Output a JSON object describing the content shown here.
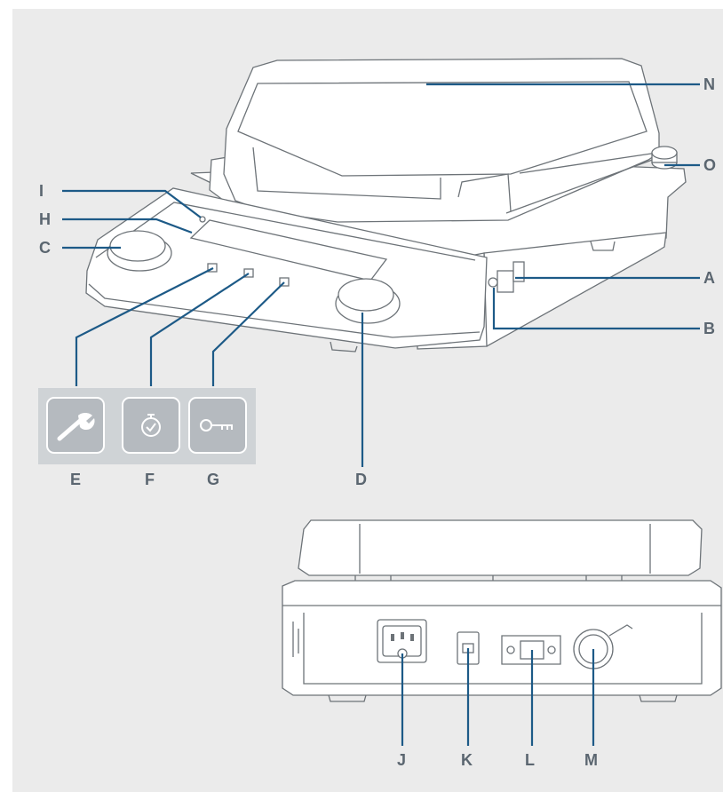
{
  "figure": {
    "background_color": "#ebebeb",
    "leader_color": "#1d5a87",
    "label_color": "#5b6670",
    "icon_panel_color": "#cfd3d6"
  },
  "callouts": {
    "a": "A",
    "b": "B",
    "c": "C",
    "d": "D",
    "e": "E",
    "f": "F",
    "g": "G",
    "h": "H",
    "i": "I",
    "j": "J",
    "k": "K",
    "l": "L",
    "m": "M",
    "n": "N",
    "o": "O"
  },
  "icons": {
    "e": "wrench-icon",
    "f": "stopwatch-icon",
    "g": "key-icon"
  }
}
